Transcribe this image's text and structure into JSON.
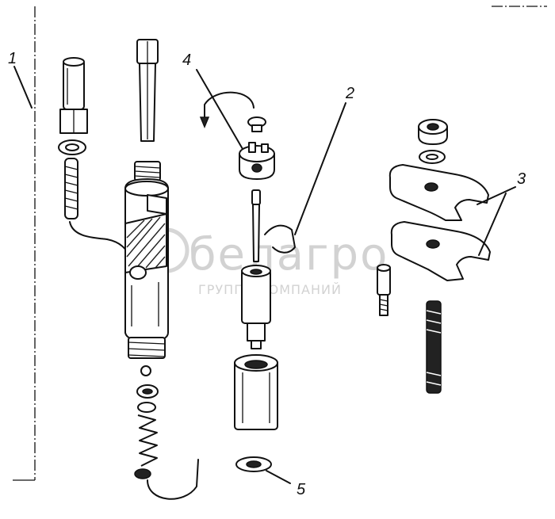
{
  "callouts": [
    {
      "label": "1"
    },
    {
      "label": "2"
    },
    {
      "label": "3"
    },
    {
      "label": "4"
    },
    {
      "label": "5"
    }
  ],
  "watermark": {
    "brand": "белагро",
    "subtitle": "ГРУППА КОМПАНИЙ"
  }
}
